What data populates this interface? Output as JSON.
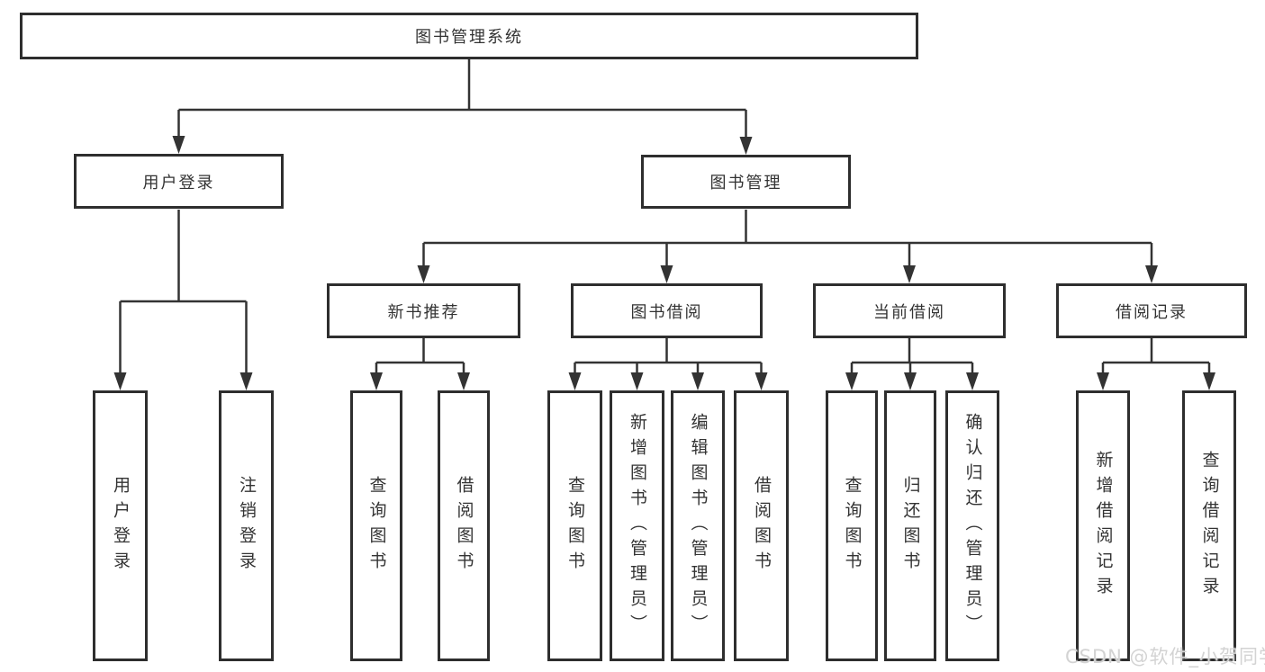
{
  "diagram": {
    "root": {
      "label": "图书管理系统"
    },
    "branches": [
      {
        "label": "用户登录",
        "leaves": [
          {
            "label": "用户登录"
          },
          {
            "label": "注销登录"
          }
        ]
      },
      {
        "label": "图书管理",
        "groups": [
          {
            "label": "新书推荐",
            "leaves": [
              {
                "label": "查询图书"
              },
              {
                "label": "借阅图书"
              }
            ]
          },
          {
            "label": "图书借阅",
            "leaves": [
              {
                "label": "查询图书"
              },
              {
                "label": "新增图书（管理员）"
              },
              {
                "label": "编辑图书（管理员）"
              },
              {
                "label": "借阅图书"
              }
            ]
          },
          {
            "label": "当前借阅",
            "leaves": [
              {
                "label": "查询图书"
              },
              {
                "label": "归还图书"
              },
              {
                "label": "确认归还（管理员）"
              }
            ]
          },
          {
            "label": "借阅记录",
            "leaves": [
              {
                "label": "新增借阅记录"
              },
              {
                "label": "查询借阅记录"
              }
            ]
          }
        ]
      }
    ],
    "watermark": "CSDN @软件_小贺同学",
    "colors": {
      "line": "#333333",
      "box_border": "#2e2e2e",
      "box_fill": "#ffffff",
      "text": "#333333",
      "watermark_text": "#d3d3d3"
    }
  }
}
